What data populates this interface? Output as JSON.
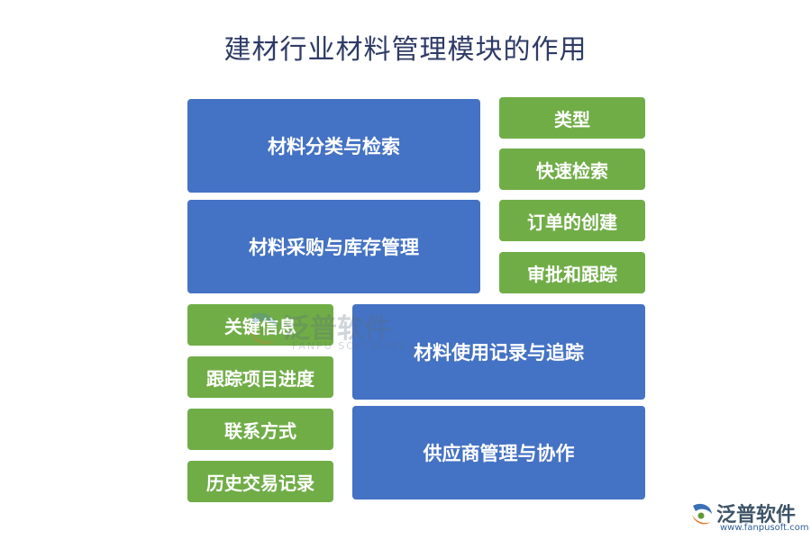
{
  "title": "建材行业材料管理模块的作用",
  "left_top": {
    "materials_classification": "材料分类与检索",
    "materials_procurement": "材料采购与库存管理"
  },
  "right_top": [
    "类型",
    "快速检索",
    "订单的创建",
    "审批和跟踪"
  ],
  "left_bottom": [
    "关键信息",
    "跟踪项目进度",
    "联系方式",
    "历史交易记录"
  ],
  "right_bottom": {
    "usage_tracking": "材料使用记录与追踪",
    "supplier_management": "供应商管理与协作"
  },
  "colors": {
    "blue": "#4472c4",
    "green": "#70ad47",
    "title": "#2f3b66"
  },
  "watermark": {
    "brand": "泛普软件",
    "sub": "FANPU SOFTWARE"
  },
  "logo": {
    "brand": "泛普软件",
    "url": "www.fanpusoft.com"
  }
}
